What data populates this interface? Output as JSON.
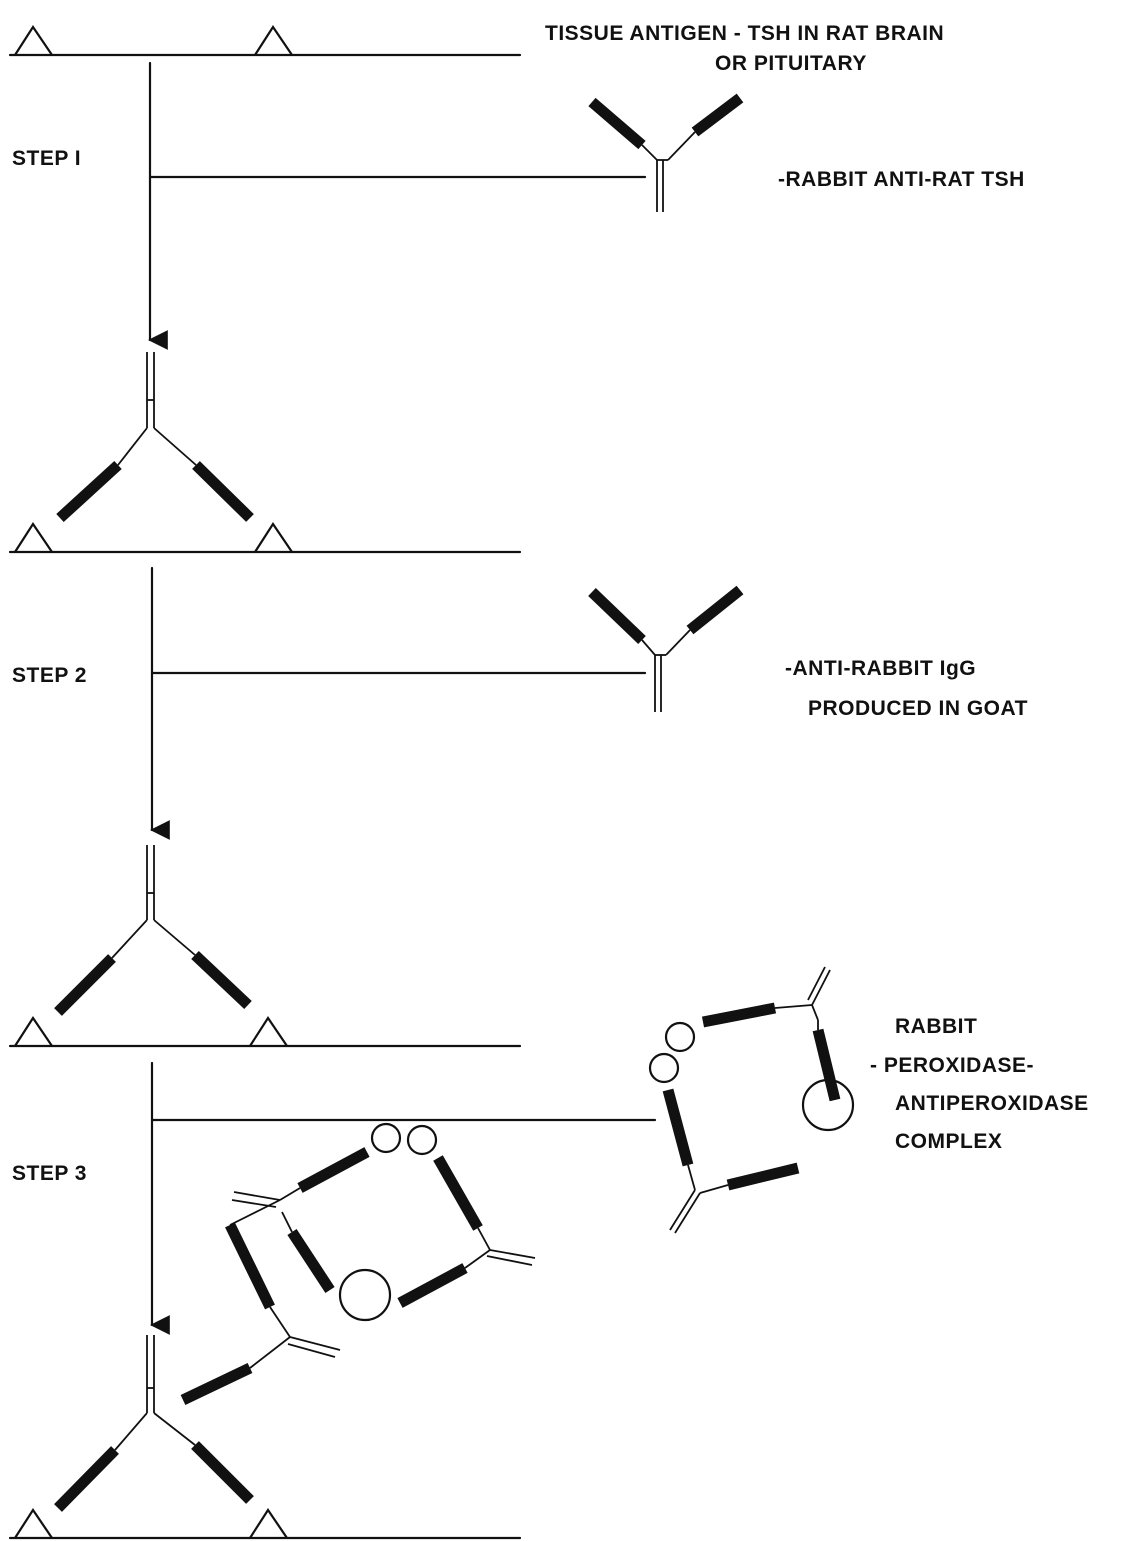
{
  "labels": {
    "antigen_line1": "TISSUE ANTIGEN - TSH IN RAT BRAIN",
    "antigen_line2": "OR PITUITARY",
    "step1": "STEP I",
    "step1_reagent": "-RABBIT ANTI-RAT TSH",
    "step2": "STEP 2",
    "step2_reagent_line1": "-ANTI-RABBIT IgG",
    "step2_reagent_line2": "PRODUCED IN GOAT",
    "step3": "STEP 3",
    "step3_reagent_line1": "RABBIT",
    "step3_reagent_line2": "- PEROXIDASE-",
    "step3_reagent_line3": "ANTIPEROXIDASE",
    "step3_reagent_line4": "COMPLEX"
  },
  "colors": {
    "ink": "#111111",
    "background": "#ffffff"
  }
}
